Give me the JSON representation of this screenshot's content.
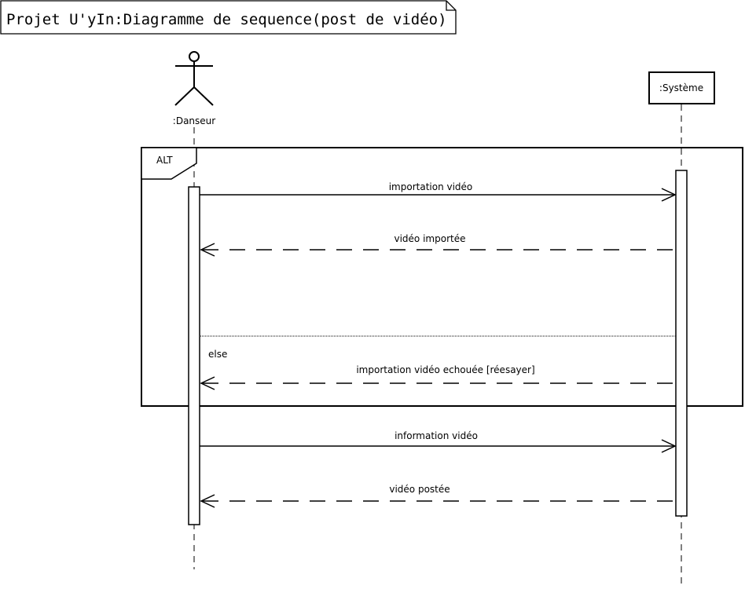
{
  "title": "Projet U'yIn:Diagramme de sequence(post de vidéo)",
  "actor": {
    "label": ":Danseur"
  },
  "system": {
    "label": ":Système"
  },
  "fragment": {
    "operator": "ALT",
    "else_label": "else"
  },
  "messages": [
    {
      "id": "m1",
      "label": "importation vidéo",
      "kind": "sync"
    },
    {
      "id": "m2",
      "label": "vidéo importée",
      "kind": "return"
    },
    {
      "id": "m3",
      "label": "importation vidéo echouée [réesayer]",
      "kind": "return"
    },
    {
      "id": "m4",
      "label": "information vidéo",
      "kind": "sync"
    },
    {
      "id": "m5",
      "label": "vidéo postée",
      "kind": "return"
    }
  ]
}
